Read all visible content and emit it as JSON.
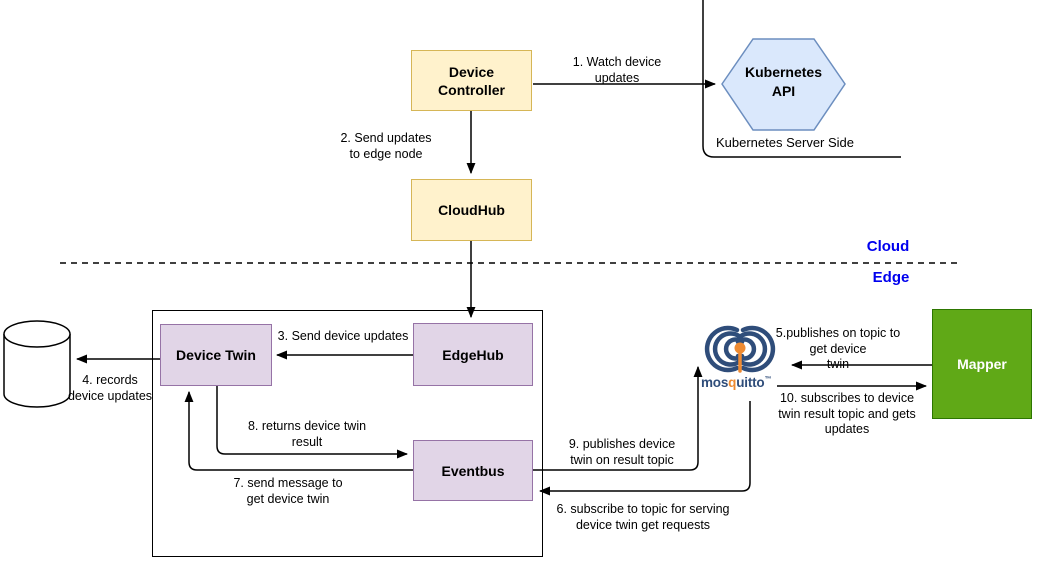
{
  "zones": {
    "cloud": "Cloud",
    "edge": "Edge",
    "kubernetes_server_side": "Kubernetes Server Side"
  },
  "nodes": {
    "device_controller": "Device\nController",
    "kubernetes_api": "Kubernetes\nAPI",
    "cloudhub": "CloudHub",
    "edgehub": "EdgeHub",
    "device_twin": "Device Twin",
    "eventbus": "Eventbus",
    "mapper": "Mapper"
  },
  "mosquitto": {
    "pre": "mos",
    "q": "q",
    "post": "uitto",
    "tm": "™"
  },
  "edges": {
    "e1": "1. Watch device\nupdates",
    "e2": "2. Send updates\nto edge node",
    "e3": "3. Send device updates",
    "e4": "4. records\ndevice updates",
    "e5": "5.publishes on topic to\nget device\ntwin",
    "e6": "6. subscribe to topic for serving\ndevice twin get requests",
    "e7": "7. send message to\nget device twin",
    "e8": "8. returns device twin\nresult",
    "e9": "9. publishes device\ntwin on result topic",
    "e10": "10. subscribes to device\ntwin result topic and gets\nupdates"
  },
  "colors": {
    "yellow_fill": "#FFF2CC",
    "yellow_stroke": "#D6B656",
    "purple_fill": "#E1D5E7",
    "purple_stroke": "#9673A6",
    "blue_fill": "#DAE8FC",
    "blue_stroke": "#6C8EBF",
    "green_fill": "#60A917",
    "green_stroke": "#2D7600",
    "zone_blue": "#0000EE",
    "mosquitto_blue": "#2F4D7A",
    "mosquitto_orange": "#EE8A31",
    "line_black": "#000000"
  }
}
